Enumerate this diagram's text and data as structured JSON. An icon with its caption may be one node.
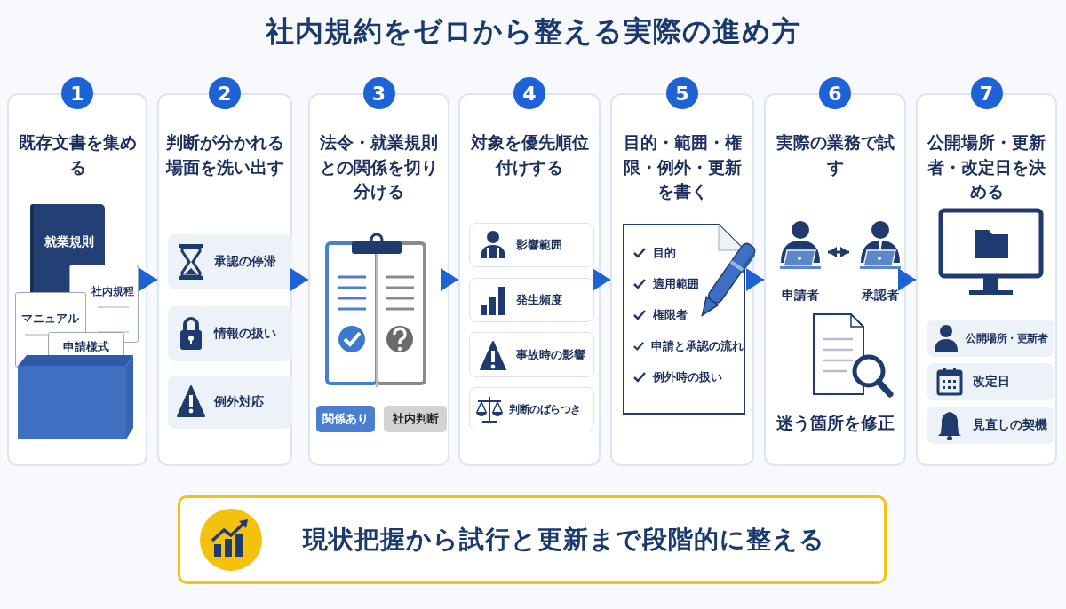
{
  "diagram": {
    "title": "社内規約をゼロから整える実際の進め方",
    "nodes": [
      {
        "text": [
          "1",
          "既存文書を集める"
        ]
      },
      {
        "text": [
          "就業規則"
        ],
        "in": 0
      },
      {
        "text": [
          "社内規程"
        ],
        "in": 0
      },
      {
        "text": [
          "マニュアル"
        ],
        "in": 0
      },
      {
        "text": [
          "申請様式"
        ],
        "in": 0
      },
      {
        "text": [
          "2",
          "判断が分かれる場面を洗い出す"
        ]
      },
      {
        "text": [
          "承認の停滞"
        ],
        "in": 5
      },
      {
        "text": [
          "情報の扱い"
        ],
        "in": 5
      },
      {
        "text": [
          "例外対応"
        ],
        "in": 5
      },
      {
        "text": [
          "3",
          "法令・就業規則との関係を切り分ける"
        ]
      },
      {
        "text": [
          "関係あり"
        ],
        "in": 9
      },
      {
        "text": [
          "社内判断"
        ],
        "in": 9
      },
      {
        "text": [
          "4",
          "対象を優先順位付けする"
        ]
      },
      {
        "text": [
          "影響範囲"
        ],
        "in": 12
      },
      {
        "text": [
          "発生頻度"
        ],
        "in": 12
      },
      {
        "text": [
          "事故時の影響"
        ],
        "in": 12
      },
      {
        "text": [
          "判断のばらつき"
        ],
        "in": 12
      },
      {
        "text": [
          "5",
          "目的・範囲・権限・例外・更新を書く"
        ]
      },
      {
        "text": [
          "目的",
          "適用範囲",
          "権限者",
          "申請と承認の流れ",
          "例外時の扱い"
        ],
        "in": 17
      },
      {
        "text": [
          "6",
          "実際の業務で試す",
          "迷う箇所を修正"
        ]
      },
      {
        "text": [
          "申請者"
        ],
        "in": 19
      },
      {
        "text": [
          "承認者"
        ],
        "in": 19
      },
      {
        "text": [
          "7",
          "公開場所・更新者・改定日を決める"
        ]
      },
      {
        "text": [
          "公開場所・更新者"
        ],
        "in": 22
      },
      {
        "text": [
          "改定日"
        ],
        "in": 22
      },
      {
        "text": [
          "見直しの契機"
        ],
        "in": 22
      },
      {
        "text": [
          "現状把握から試行と更新まで段階的に整える"
        ]
      }
    ],
    "edges": [
      {
        "from": 0,
        "to": 5,
        "arrow": "to"
      },
      {
        "from": 5,
        "to": 9,
        "arrow": "to"
      },
      {
        "from": 9,
        "to": 12,
        "arrow": "to"
      },
      {
        "from": 12,
        "to": 17,
        "arrow": "to"
      },
      {
        "from": 17,
        "to": 19,
        "arrow": "to"
      },
      {
        "from": 19,
        "to": 22,
        "arrow": "to"
      },
      {
        "from": 20,
        "to": 21,
        "arrow": "both",
        "color": "#1f3a6e"
      }
    ]
  }
}
